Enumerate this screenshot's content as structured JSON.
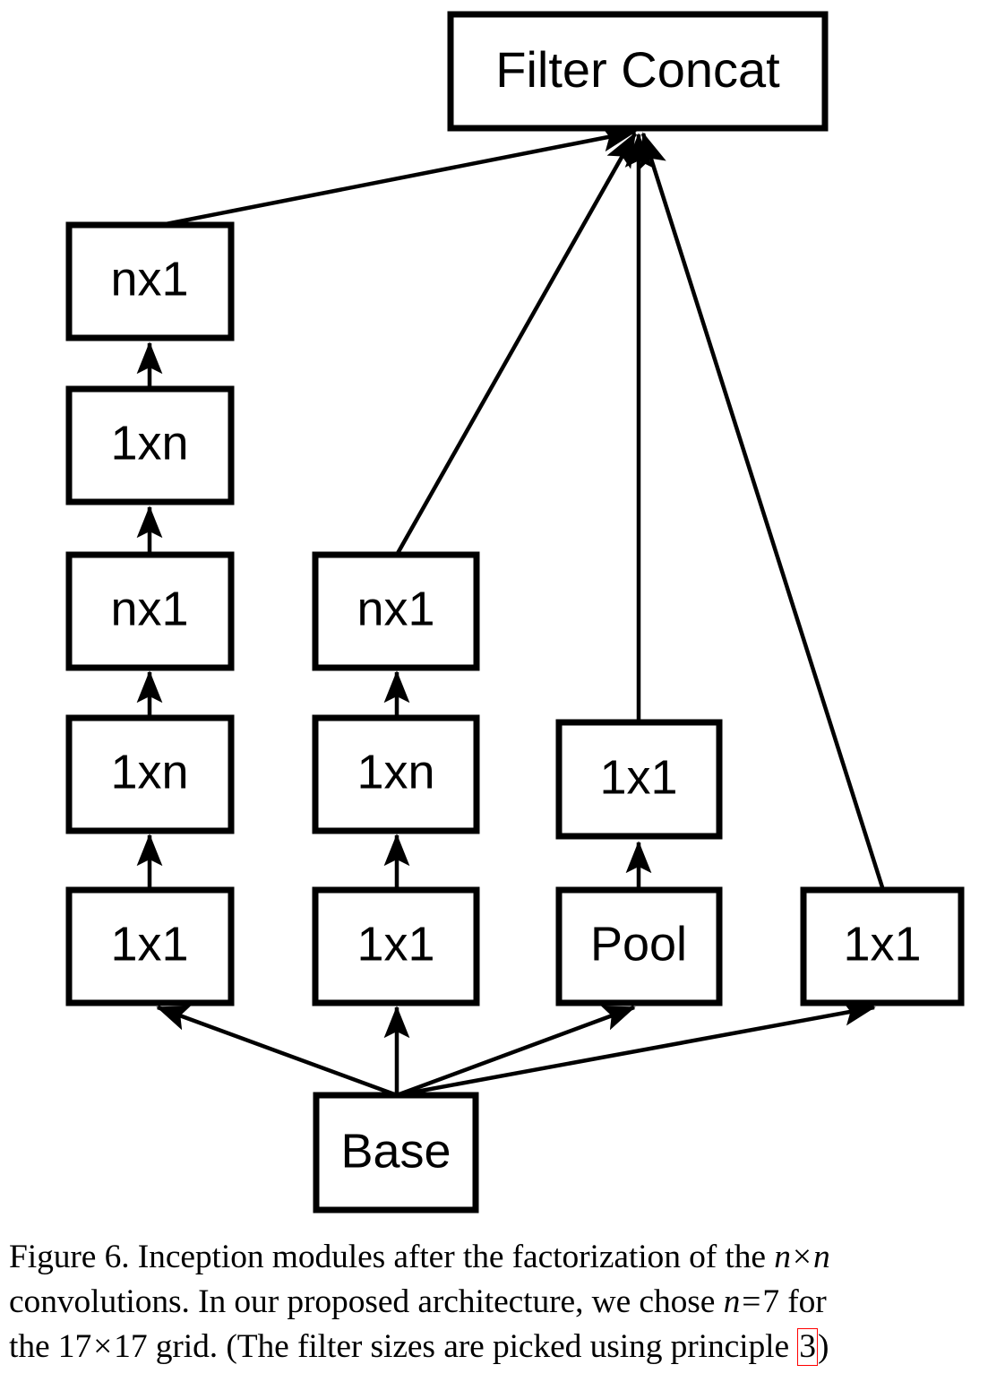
{
  "figure": {
    "label": "Figure 6.",
    "caption_line1_pre": "Figure 6. Inception modules after the factorization of the ",
    "caption_var_n1": "n",
    "caption_times1": "×",
    "caption_var_n2": "n",
    "caption_line2_pre": "convolutions.  In our proposed architecture, we chose ",
    "caption_var_n3": "n",
    "caption_eq": "=",
    "caption_val_7": "7",
    "caption_line2_post": " for",
    "caption_line3_pre": "the ",
    "caption_val_17a": "17",
    "caption_times2": "×",
    "caption_val_17b": "17",
    "caption_line3_mid": " grid. (The filter sizes are picked using principle ",
    "caption_ref": "3",
    "caption_line3_post": ")"
  },
  "diagram": {
    "type": "flow-graph",
    "title": "Inception module after n x n factorization",
    "output_node": {
      "id": "filter_concat",
      "label": "Filter Concat"
    },
    "input_node": {
      "id": "base",
      "label": "Base"
    },
    "branches": [
      {
        "id": "branch-1",
        "nodes": [
          {
            "id": "b1-1x1",
            "label": "1x1"
          },
          {
            "id": "b1-1xn-a",
            "label": "1xn"
          },
          {
            "id": "b1-nx1-a",
            "label": "nx1"
          },
          {
            "id": "b1-1xn-b",
            "label": "1xn"
          },
          {
            "id": "b1-nx1-b",
            "label": "nx1"
          }
        ]
      },
      {
        "id": "branch-2",
        "nodes": [
          {
            "id": "b2-1x1",
            "label": "1x1"
          },
          {
            "id": "b2-1xn",
            "label": "1xn"
          },
          {
            "id": "b2-nx1",
            "label": "nx1"
          }
        ]
      },
      {
        "id": "branch-3",
        "nodes": [
          {
            "id": "b3-pool",
            "label": "Pool"
          },
          {
            "id": "b3-1x1",
            "label": "1x1"
          }
        ]
      },
      {
        "id": "branch-4",
        "nodes": [
          {
            "id": "b4-1x1",
            "label": "1x1"
          }
        ]
      }
    ],
    "colors": {
      "box_stroke": "#000000",
      "box_fill": "#ffffff",
      "edge": "#000000",
      "reference_link_border": "#ff0000",
      "background": "#ffffff"
    }
  }
}
